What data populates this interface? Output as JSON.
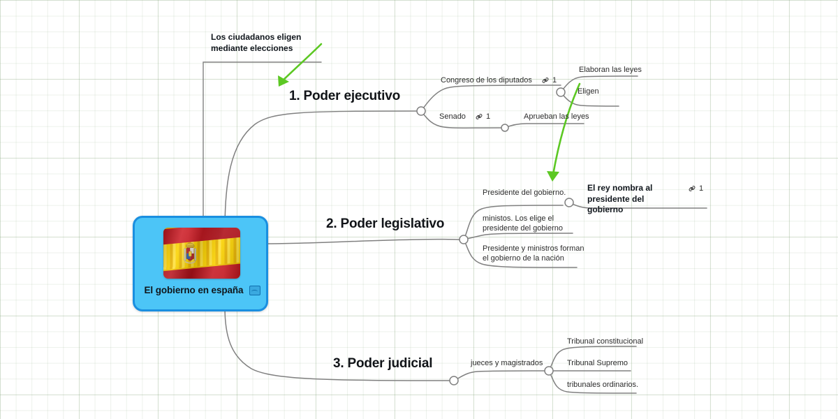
{
  "theme": {
    "central_fill": "#4cc5f7",
    "central_border": "#1a8fe0",
    "edge_color": "#808080",
    "arrow_color": "#5cc823",
    "grid_color": "#8caa82",
    "text_color": "#1b1b1b"
  },
  "central": {
    "title": "El gobierno en españa",
    "image_badge": "image-icon",
    "flag": "spain-flag"
  },
  "callout": {
    "text": "Los ciudadanos eligen mediante elecciones"
  },
  "branches": [
    {
      "id": "ejecutivo",
      "title": "1. Poder ejecutivo",
      "children": [
        {
          "label": "Congreso de los diputados",
          "attachment_icon": "link-icon",
          "attachment_count": "1",
          "children": [
            {
              "label": "Elaboran las leyes"
            },
            {
              "label": "Eligen"
            }
          ]
        },
        {
          "label": "Senado",
          "attachment_icon": "link-icon",
          "attachment_count": "1",
          "children": [
            {
              "label": "Aprueban las leyes"
            }
          ]
        }
      ]
    },
    {
      "id": "legislativo",
      "title": "2. Poder legislativo",
      "children": [
        {
          "label": "Presidente del gobierno.",
          "children": [
            {
              "label": "El rey nombra al presidente del gobierno",
              "bold": true,
              "attachment_icon": "link-icon",
              "attachment_count": "1"
            }
          ]
        },
        {
          "label": "ministos. Los elige el presidente del gobierno"
        },
        {
          "label": "Presidente y ministros forman el gobierno de la nación"
        }
      ]
    },
    {
      "id": "judicial",
      "title": "3. Poder judicial",
      "children": [
        {
          "label": "jueces y magistrados",
          "children": [
            {
              "label": "Tribunal constitucional"
            },
            {
              "label": "Tribunal Supremo"
            },
            {
              "label": "tribunales ordinarios."
            }
          ]
        }
      ]
    }
  ],
  "arrows": [
    {
      "name": "arrow-to-ejecutivo"
    },
    {
      "name": "arrow-to-presidente"
    }
  ]
}
